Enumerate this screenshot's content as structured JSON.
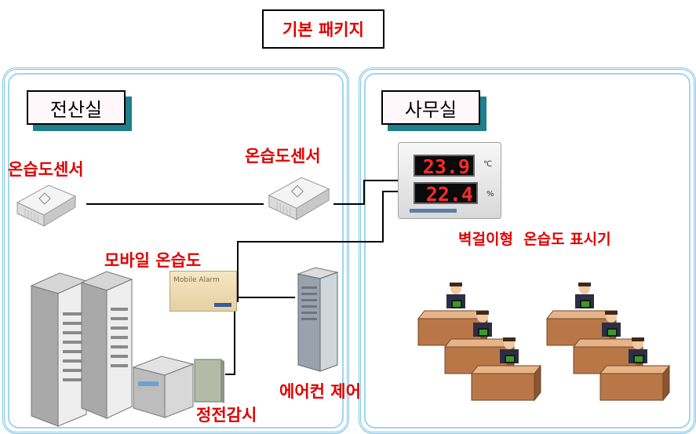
{
  "title": "기본 패키지",
  "left_panel": {
    "tag": "전산실",
    "sensor_label": "온습도센서",
    "mobile_label": "모바일 온습도",
    "mobile_device_text": "Mobile Alarm",
    "power_label": "정전감시",
    "aircon_label": "에어컨 제어"
  },
  "right_panel": {
    "tag": "사무실",
    "sensor_label": "온습도센서",
    "display_label": "벽걸이형  온습도 표시기",
    "display_temp": "23.9",
    "display_temp_unit": "℃",
    "display_humid": "22.4",
    "display_humid_unit": "%"
  },
  "colors": {
    "label_red": "#e00000",
    "panel_border": "#7fc4e6",
    "tag_shadow": "#1e7f8d",
    "led": "#ff2a2a"
  }
}
